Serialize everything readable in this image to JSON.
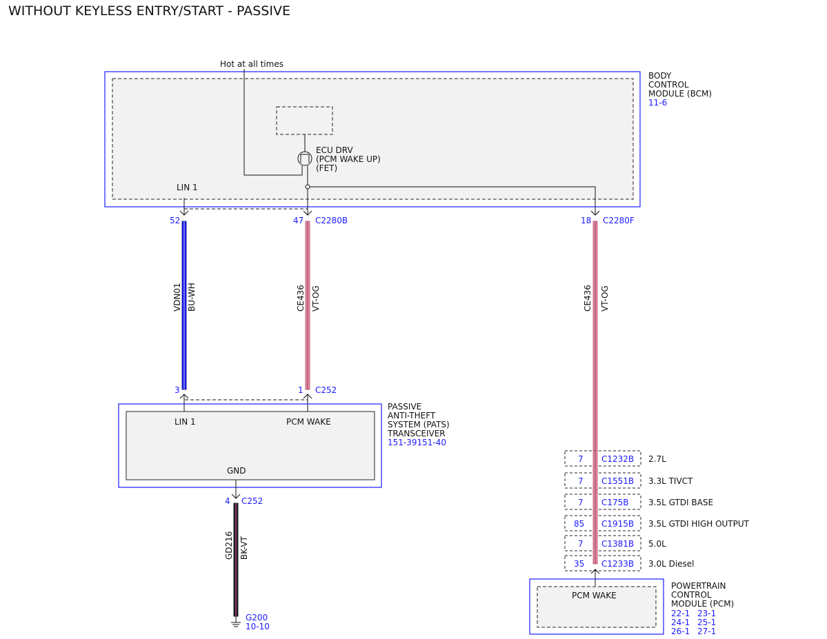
{
  "title": "WITHOUT KEYLESS ENTRY/START - PASSIVE",
  "bcm": {
    "hot_label": "Hot at all times",
    "name_lines": [
      "BODY",
      "CONTROL",
      "MODULE (BCM)"
    ],
    "ref": "11-6",
    "ecu_lines": [
      "ECU DRV",
      "(PCM WAKE UP)",
      "(FET)"
    ],
    "lin_label": "LIN 1"
  },
  "connectors": {
    "bcm_pin_lin": "52",
    "bcm_pin_wake": "47",
    "bcm_conn_b": "C2280B",
    "bcm_pin_wake2": "18",
    "bcm_conn_f": "C2280F",
    "pats_pin_lin": "3",
    "pats_pin_wake": "1",
    "pats_conn": "C252",
    "gnd_pin": "4",
    "gnd_conn": "C252"
  },
  "wires": {
    "vdn01": {
      "circuit": "VDN01",
      "color_code": "BU-WH",
      "color": "#1a1aee"
    },
    "ce436_a": {
      "circuit": "CE436",
      "color_code": "VT-OG",
      "color": "#ec8a9a"
    },
    "ce436_b": {
      "circuit": "CE436",
      "color_code": "VT-OG",
      "color": "#ec8a9a"
    },
    "gd216": {
      "circuit": "GD216",
      "color_code": "BK-VT",
      "color": "#222222"
    }
  },
  "pats": {
    "name_lines": [
      "PASSIVE",
      "ANTI-THEFT",
      "SYSTEM (PATS)",
      "TRANSCEIVER"
    ],
    "ref": "151-39151-40",
    "lin_label": "LIN 1",
    "wake_label": "PCM WAKE",
    "gnd_label": "GND"
  },
  "ground": {
    "name": "G200",
    "ref": "10-10"
  },
  "pcm_connectors": [
    {
      "pin": "7",
      "connector": "C1232B",
      "engine": "2.7L"
    },
    {
      "pin": "7",
      "connector": "C1551B",
      "engine": "3.3L TIVCT"
    },
    {
      "pin": "7",
      "connector": "C175B",
      "engine": "3.5L GTDI BASE"
    },
    {
      "pin": "85",
      "connector": "C1915B",
      "engine": "3.5L GTDI HIGH OUTPUT"
    },
    {
      "pin": "7",
      "connector": "C1381B",
      "engine": "5.0L"
    },
    {
      "pin": "35",
      "connector": "C1233B",
      "engine": "3.0L Diesel"
    }
  ],
  "pcm": {
    "wake_label": "PCM WAKE",
    "name_lines": [
      "POWERTRAIN",
      "CONTROL",
      "MODULE (PCM)"
    ],
    "refs": [
      "22-1",
      "23-1",
      "24-1",
      "25-1",
      "26-1",
      "27-1"
    ]
  },
  "colors": {
    "module_border": "#1a1aff",
    "ref_text": "#1a1aff",
    "module_fill": "#f2f2f2"
  }
}
